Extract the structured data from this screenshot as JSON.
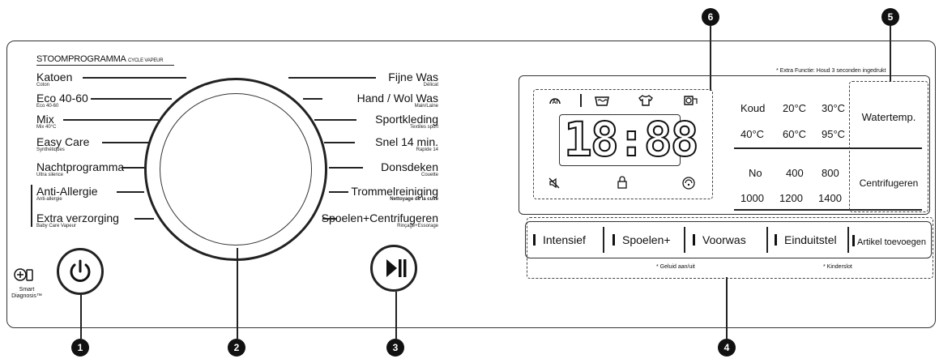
{
  "section_title": "STOOMPROGRAMMA",
  "section_title_sub": "CYCLE VAPEUR",
  "left_programs": [
    {
      "label": "Katoen",
      "sub": "Coton"
    },
    {
      "label": "Eco 40-60",
      "sub": "Eco 40-60"
    },
    {
      "label": "Mix",
      "sub": "Mix 40°C"
    },
    {
      "label": "Easy Care",
      "sub": "Synthétiques"
    },
    {
      "label": "Nachtprogramma",
      "sub": "Ultra silence"
    },
    {
      "label": "Anti-Allergie",
      "sub": "Anti-allergie"
    },
    {
      "label": "Extra verzorging",
      "sub": "Baby Care Vapeur"
    }
  ],
  "right_programs": [
    {
      "label": "Fijne Was",
      "sub": "Délicat"
    },
    {
      "label": "Hand / Wol Was",
      "sub": "Main/Laine"
    },
    {
      "label": "Sportkleding",
      "sub": "Textiles sport"
    },
    {
      "label": "Snel 14 min.",
      "sub": "Rapide 14"
    },
    {
      "label": "Donsdeken",
      "sub": "Couette"
    },
    {
      "label": "Trommelreiniging",
      "sub": "Nettoyage de la cuve"
    },
    {
      "label": "Spoelen+Centrifugeren",
      "sub": "Rinçage+Essorage"
    }
  ],
  "smart_diagnosis_label": "Smart Diagnosis™",
  "display_digits": "18:88",
  "extra_function_note": "* Extra Functie: Houd 3 seconden ingedrukt",
  "temperature_options": [
    "Koud",
    "20°C",
    "30°C",
    "40°C",
    "60°C",
    "95°C"
  ],
  "spin_options": [
    "No",
    "400",
    "800",
    "1000",
    "1200",
    "1400"
  ],
  "water_temp_label": "Watertemp.",
  "spin_label": "Centrifugeren",
  "option_buttons": [
    "Intensief",
    "Spoelen+",
    "Voorwas",
    "Einduitstel",
    "Artikel toevoegen"
  ],
  "sound_label": "* Geluid aan/uit",
  "child_lock_label": "* Kinderslot",
  "callouts": [
    "1",
    "2",
    "3",
    "4",
    "5",
    "6"
  ]
}
